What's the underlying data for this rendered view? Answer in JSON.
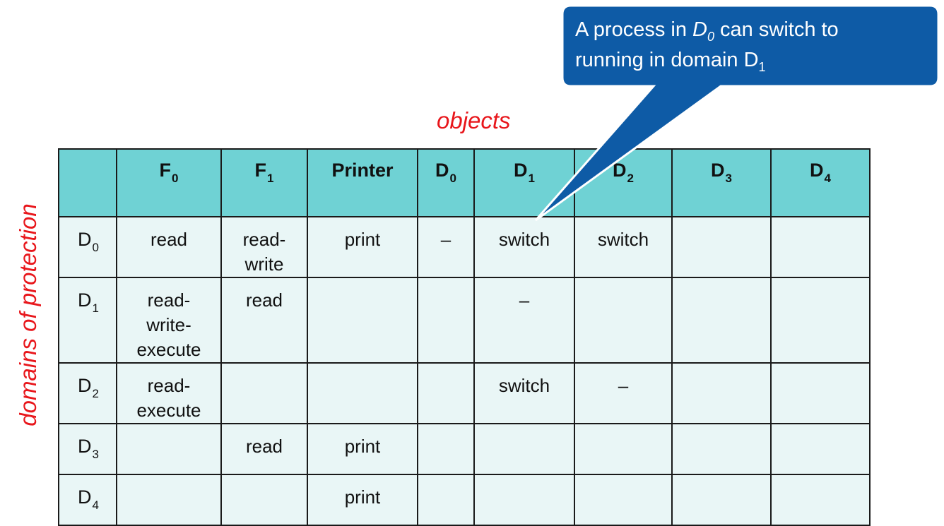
{
  "callout": {
    "line1_pre": "A process in ",
    "line1_var": "D",
    "line1_var_sub": "0",
    "line1_post": " can switch to",
    "line2_pre": "running in domain D",
    "line2_sub": "1"
  },
  "axes": {
    "columns_label": "objects",
    "rows_label": "domains of protection"
  },
  "matrix": {
    "columns": [
      {
        "base": "",
        "sub": ""
      },
      {
        "base": "F",
        "sub": "0"
      },
      {
        "base": "F",
        "sub": "1"
      },
      {
        "base": "Printer",
        "sub": ""
      },
      {
        "base": "D",
        "sub": "0"
      },
      {
        "base": "D",
        "sub": "1"
      },
      {
        "base": "D",
        "sub": "2"
      },
      {
        "base": "D",
        "sub": "3"
      },
      {
        "base": "D",
        "sub": "4"
      }
    ],
    "rows": [
      {
        "domain": {
          "base": "D",
          "sub": "0"
        },
        "cells": [
          "read",
          "read-\nwrite",
          "print",
          "–",
          "switch",
          "switch",
          "",
          ""
        ]
      },
      {
        "domain": {
          "base": "D",
          "sub": "1"
        },
        "cells": [
          "read-\nwrite-\nexecute",
          "read",
          "",
          "",
          "–",
          "",
          "",
          ""
        ]
      },
      {
        "domain": {
          "base": "D",
          "sub": "2"
        },
        "cells": [
          "read-\nexecute",
          "",
          "",
          "",
          "switch",
          "–",
          "",
          ""
        ]
      },
      {
        "domain": {
          "base": "D",
          "sub": "3"
        },
        "cells": [
          "",
          "read",
          "print",
          "",
          "",
          "",
          "",
          ""
        ]
      },
      {
        "domain": {
          "base": "D",
          "sub": "4"
        },
        "cells": [
          "",
          "",
          "print",
          "",
          "",
          "",
          "",
          ""
        ]
      }
    ]
  },
  "colors": {
    "header_fill": "#6fd2d4",
    "cell_fill": "#e9f6f6",
    "callout_fill": "#0e5ba6",
    "axis_label": "#e8161b"
  }
}
